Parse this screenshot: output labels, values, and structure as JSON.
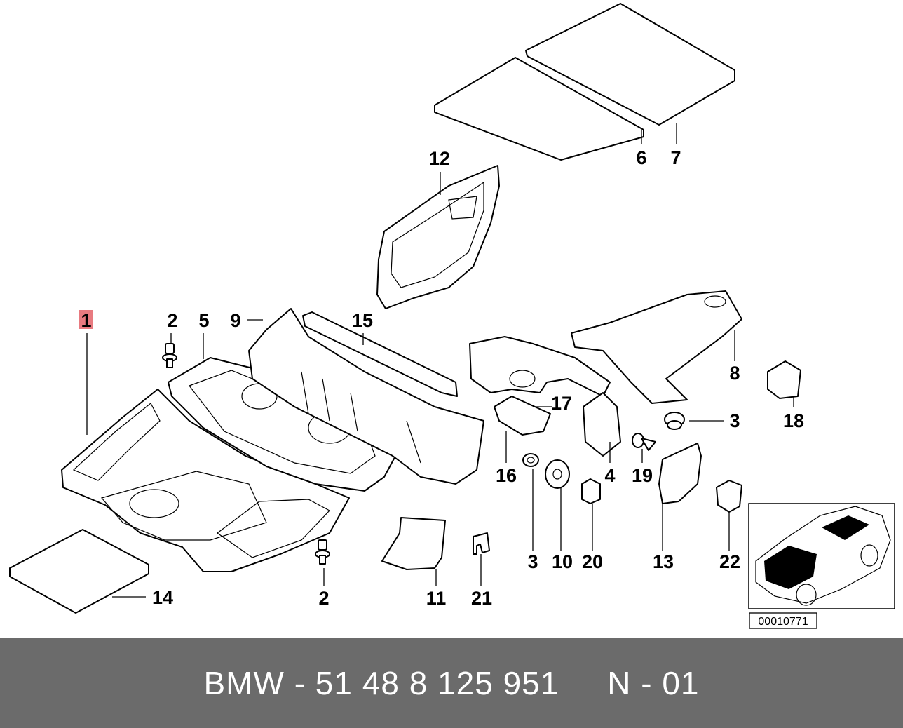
{
  "diagram": {
    "callouts": {
      "c1": "1",
      "c2a": "2",
      "c2b": "2",
      "c3a": "3",
      "c3b": "3",
      "c4": "4",
      "c5": "5",
      "c6": "6",
      "c7": "7",
      "c8": "8",
      "c9": "9",
      "c10": "10",
      "c11": "11",
      "c12": "12",
      "c13": "13",
      "c14": "14",
      "c15": "15",
      "c16": "16",
      "c17": "17",
      "c18": "18",
      "c19": "19",
      "c20": "20",
      "c21": "21",
      "c22": "22"
    },
    "highlight_color": "#e87a80",
    "image_number": "00010771"
  },
  "footer": {
    "text": "BMW - 51 48 8 125 951     N - 01",
    "background": "#6b6b6b"
  }
}
